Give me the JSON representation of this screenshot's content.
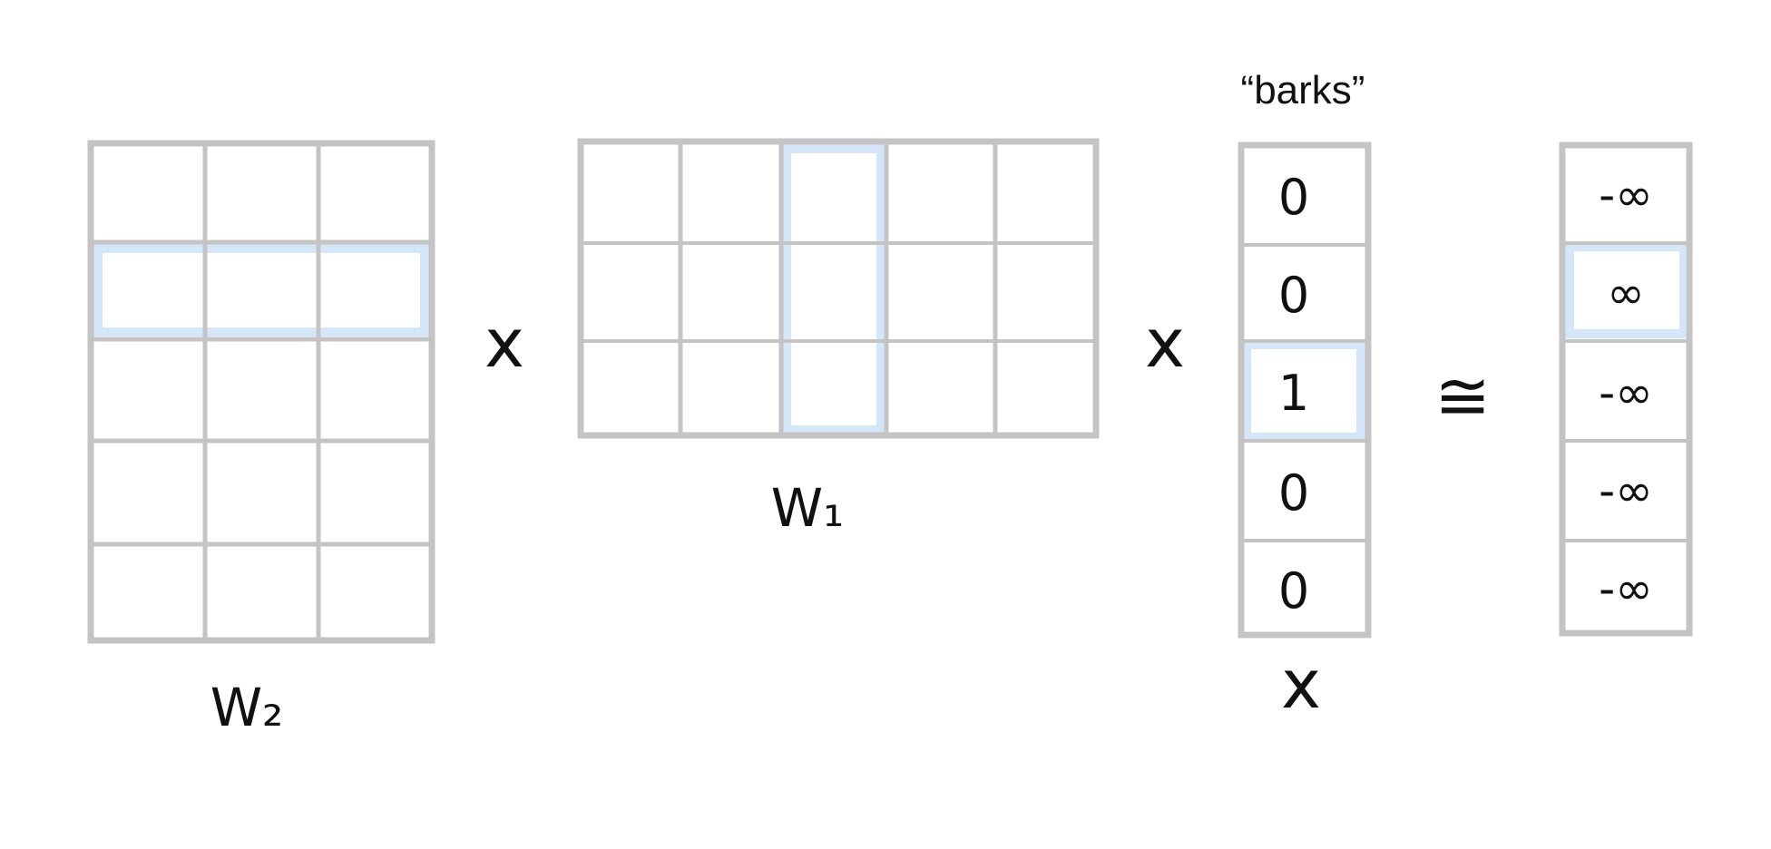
{
  "matrices": {
    "w2": {
      "label": "W₂",
      "rows": 5,
      "cols": 3,
      "highlight_row": 2
    },
    "w1": {
      "label": "W₁",
      "rows": 3,
      "cols": 5,
      "highlight_col": 3
    },
    "x": {
      "label": "x",
      "annotation": "“barks”",
      "values": [
        "0",
        "0",
        "1",
        "0",
        "0"
      ],
      "highlight_row": 3
    },
    "result": {
      "values": [
        "-∞",
        "∞",
        "-∞",
        "-∞",
        "-∞"
      ],
      "highlight_row": 2
    }
  },
  "operators": {
    "multiply_1": "x",
    "multiply_2": "x",
    "approx_equal": "≅"
  },
  "colors": {
    "grid": "#c4c4c4",
    "highlight": "#d4e6f7",
    "text": "#111111"
  }
}
